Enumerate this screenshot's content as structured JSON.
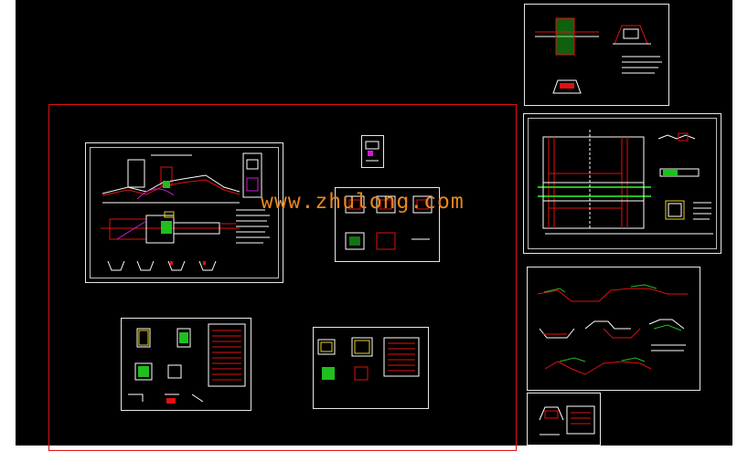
{
  "viewport": {
    "name": "cad-model-space",
    "background": "#000000"
  },
  "watermark": {
    "text": "www.zhulong.com",
    "color": "#e8861c"
  },
  "colors": {
    "line": "#ffffff",
    "red": "#e01010",
    "green": "#1fbf1f",
    "yellow": "#e8d21a",
    "magenta": "#d21ad2",
    "cyan": "#1ad2d2"
  },
  "sheets": [
    {
      "id": "plan-profile-sheet"
    },
    {
      "id": "small-title-sheet"
    },
    {
      "id": "detail-sheet-center"
    },
    {
      "id": "rebar-sheet-left"
    },
    {
      "id": "rebar-sheet-right"
    },
    {
      "id": "gate-detail-sheet"
    },
    {
      "id": "plan-section-sheet"
    },
    {
      "id": "cross-section-sheet"
    },
    {
      "id": "small-detail-sheet"
    }
  ]
}
